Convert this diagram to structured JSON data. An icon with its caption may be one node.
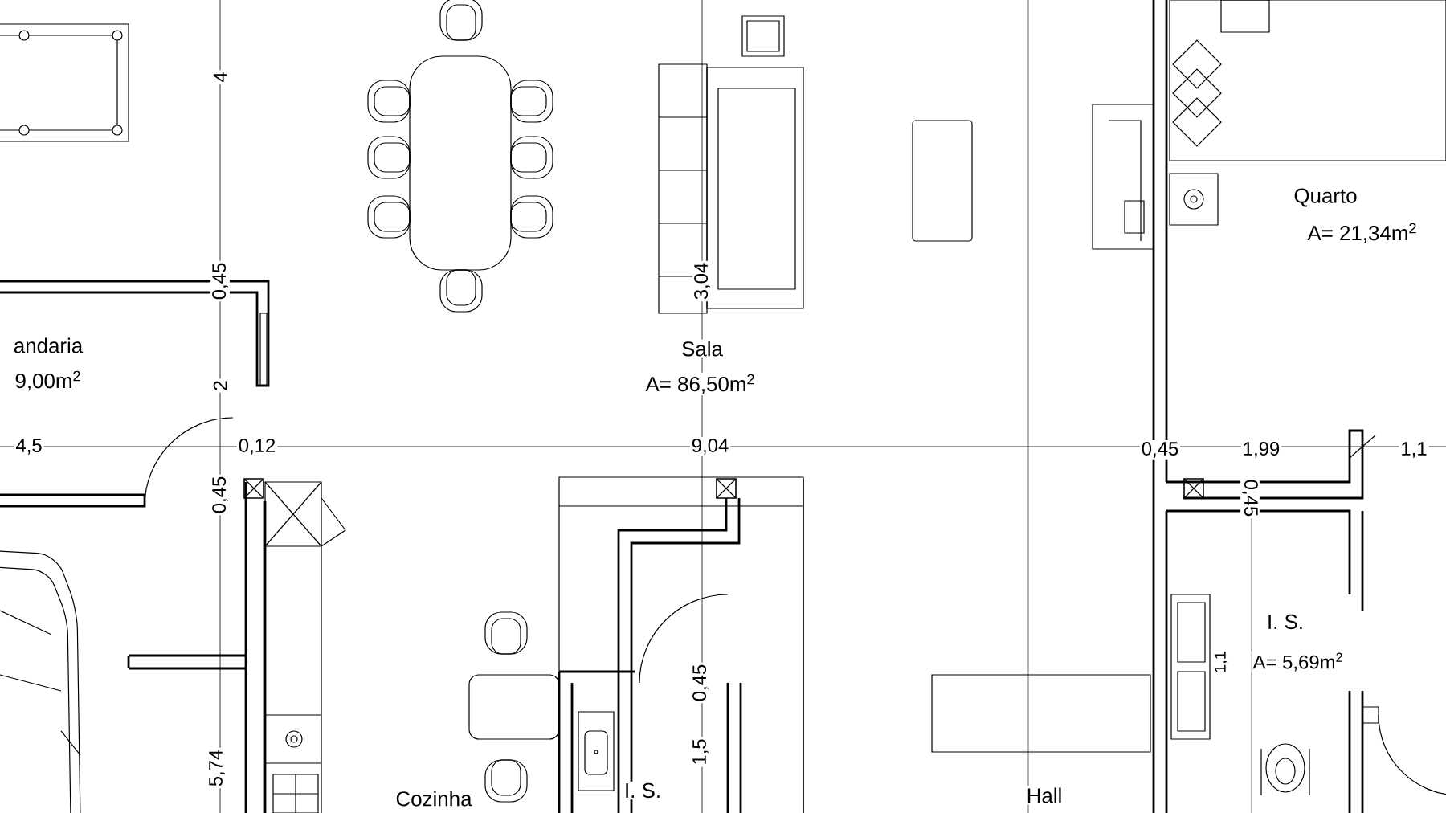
{
  "diagram": {
    "labels": [
      "4",
      "Quarto",
      "A= 21,34m$^{2}$",
      "0,45",
      "3,04",
      "andaria",
      "Sala",
      "9,00m$^{2}$",
      "A= 86,50m$^{2}$",
      "2",
      "4,5",
      "0,12",
      "9,04",
      "0,45",
      "1,99",
      "1,1",
      "0,45",
      "0,45",
      "I. S.",
      "1,1",
      "A= 5,69m$^{2}$",
      "0,45",
      "1,5",
      "5,74",
      "Cozinha",
      "I. S.",
      "Hall"
    ]
  }
}
